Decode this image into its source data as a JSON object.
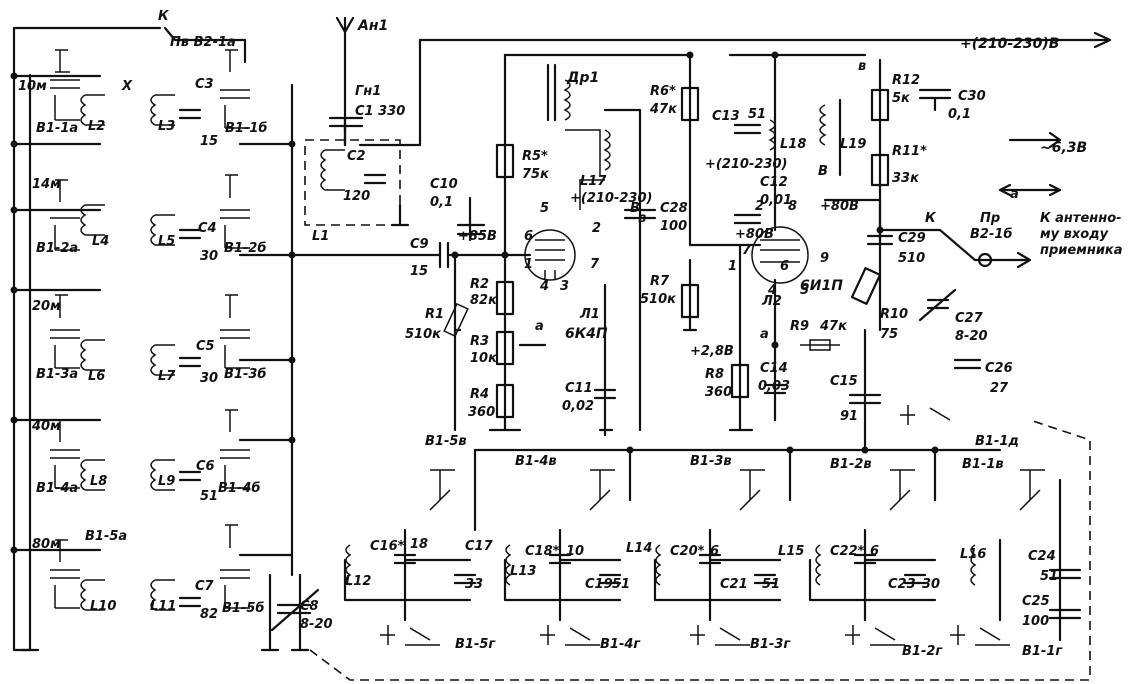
{
  "diagram": {
    "supply_label": "+(210-230)В",
    "filament_label": "~6,3В",
    "antenna_out_label_1": "К антенно-",
    "antenna_out_label_2": "му входу",
    "antenna_out_label_3": "приемника",
    "antenna": "Ан1",
    "socket": "Гн1",
    "relay_k_top": "К",
    "relay_contact_top": "Пв В2-1а",
    "relay_k_right": "К",
    "relay_contact_right": "Пр",
    "relay_contact_right_2": "В2-1б",
    "choke": "Др1",
    "tube1": "Л1",
    "tube1_type": "6К4П",
    "tube2": "Л2",
    "tube2_type": "6И1П",
    "arrow_a": "а",
    "arrow_a2": "а",
    "arrow_a3": "а",
    "arrow_b": "в",
    "arrow_b2": "в",
    "bands": [
      "10м",
      "14м",
      "20м",
      "40м",
      "80м"
    ],
    "labels": [
      {
        "id": "C1",
        "t": "С1 330"
      },
      {
        "id": "C2a",
        "t": "С2"
      },
      {
        "id": "C2b",
        "t": "120"
      },
      {
        "id": "L1",
        "t": "L1"
      },
      {
        "id": "C9",
        "t": "С9"
      },
      {
        "id": "C9v",
        "t": "15"
      },
      {
        "id": "C10",
        "t": "С10"
      },
      {
        "id": "C10v",
        "t": "0,1"
      },
      {
        "id": "v85",
        "t": "+85В"
      },
      {
        "id": "R1",
        "t": "R1"
      },
      {
        "id": "R1v",
        "t": "510к"
      },
      {
        "id": "R2",
        "t": "R2"
      },
      {
        "id": "R2v",
        "t": "82к"
      },
      {
        "id": "R3",
        "t": "R3"
      },
      {
        "id": "R3v",
        "t": "10к"
      },
      {
        "id": "R4",
        "t": "R4"
      },
      {
        "id": "R4v",
        "t": "360"
      },
      {
        "id": "R5",
        "t": "R5*"
      },
      {
        "id": "R5v",
        "t": "75к"
      },
      {
        "id": "L17",
        "t": "L17"
      },
      {
        "id": "v210a",
        "t": "+(210-230)"
      },
      {
        "id": "v210ab",
        "t": "В"
      },
      {
        "id": "C28",
        "t": "С28"
      },
      {
        "id": "C28v",
        "t": "100"
      },
      {
        "id": "C11",
        "t": "С11"
      },
      {
        "id": "C11v",
        "t": "0,02"
      },
      {
        "id": "R6",
        "t": "R6*"
      },
      {
        "id": "R6v",
        "t": "47к"
      },
      {
        "id": "C13",
        "t": "С13"
      },
      {
        "id": "C13v",
        "t": "51"
      },
      {
        "id": "L18",
        "t": "L18"
      },
      {
        "id": "v210b",
        "t": "+(210-230)"
      },
      {
        "id": "v210bb",
        "t": "В"
      },
      {
        "id": "C12",
        "t": "С12"
      },
      {
        "id": "C12v",
        "t": "0,01"
      },
      {
        "id": "v80a",
        "t": "+80В"
      },
      {
        "id": "v80b",
        "t": "+80В"
      },
      {
        "id": "R7",
        "t": "R7"
      },
      {
        "id": "R7v",
        "t": "510к"
      },
      {
        "id": "v28",
        "t": "+2,8В"
      },
      {
        "id": "R8",
        "t": "R8"
      },
      {
        "id": "R8v",
        "t": "360"
      },
      {
        "id": "C14",
        "t": "С14"
      },
      {
        "id": "C14v",
        "t": "0,03"
      },
      {
        "id": "R9",
        "t": "R9"
      },
      {
        "id": "R9v",
        "t": "47к"
      },
      {
        "id": "C15",
        "t": "С15"
      },
      {
        "id": "C15v",
        "t": "91"
      },
      {
        "id": "R10",
        "t": "R10"
      },
      {
        "id": "R10v",
        "t": "75"
      },
      {
        "id": "C27",
        "t": "С27"
      },
      {
        "id": "C27v",
        "t": "8-20"
      },
      {
        "id": "C26",
        "t": "С26"
      },
      {
        "id": "C26v",
        "t": "27"
      },
      {
        "id": "L19",
        "t": "L19"
      },
      {
        "id": "R12",
        "t": "R12"
      },
      {
        "id": "R12v",
        "t": "5к"
      },
      {
        "id": "C30",
        "t": "С30"
      },
      {
        "id": "C30v",
        "t": "0,1"
      },
      {
        "id": "R11",
        "t": "R11*"
      },
      {
        "id": "R11v",
        "t": "33к"
      },
      {
        "id": "C29",
        "t": "С29"
      },
      {
        "id": "C29v",
        "t": "510"
      },
      {
        "id": "C3",
        "t": "С3"
      },
      {
        "id": "C3v",
        "t": "15"
      },
      {
        "id": "C4",
        "t": "С4"
      },
      {
        "id": "C4v",
        "t": "30"
      },
      {
        "id": "C5",
        "t": "С5"
      },
      {
        "id": "C5v",
        "t": "30"
      },
      {
        "id": "C6",
        "t": "С6"
      },
      {
        "id": "C6v",
        "t": "51"
      },
      {
        "id": "C7",
        "t": "С7"
      },
      {
        "id": "C7v",
        "t": "82"
      },
      {
        "id": "C8",
        "t": "С8"
      },
      {
        "id": "C8v",
        "t": "8-20"
      },
      {
        "id": "L2",
        "t": "L2"
      },
      {
        "id": "L3",
        "t": "L3"
      },
      {
        "id": "L4",
        "t": "L4"
      },
      {
        "id": "L5",
        "t": "L5"
      },
      {
        "id": "L6",
        "t": "L6"
      },
      {
        "id": "L7",
        "t": "L7"
      },
      {
        "id": "L8",
        "t": "L8"
      },
      {
        "id": "L9",
        "t": "L9"
      },
      {
        "id": "L10",
        "t": "L10"
      },
      {
        "id": "L11",
        "t": "L11"
      },
      {
        "id": "B11a",
        "t": "В1-1а"
      },
      {
        "id": "B11b",
        "t": "В1-1б"
      },
      {
        "id": "B12a",
        "t": "В1-2а"
      },
      {
        "id": "B12b",
        "t": "В1-2б"
      },
      {
        "id": "B13a",
        "t": "В1-3а"
      },
      {
        "id": "B13b",
        "t": "В1-3б"
      },
      {
        "id": "B14a",
        "t": "В1-4а"
      },
      {
        "id": "B14b",
        "t": "В1-4б"
      },
      {
        "id": "B15a",
        "t": "В1-5а"
      },
      {
        "id": "B15b",
        "t": "В1-5б"
      },
      {
        "id": "B15v",
        "t": "В1-5в"
      },
      {
        "id": "B14v",
        "t": "В1-4в"
      },
      {
        "id": "B13v",
        "t": "В1-3в"
      },
      {
        "id": "B12v",
        "t": "В1-2в"
      },
      {
        "id": "B11v",
        "t": "В1-1в"
      },
      {
        "id": "B11d",
        "t": "В1-1д"
      },
      {
        "id": "B15g",
        "t": "В1-5г"
      },
      {
        "id": "B14g",
        "t": "В1-4г"
      },
      {
        "id": "B13g",
        "t": "В1-3г"
      },
      {
        "id": "B12g",
        "t": "В1-2г"
      },
      {
        "id": "B11g",
        "t": "В1-1г"
      },
      {
        "id": "C16",
        "t": "С16*"
      },
      {
        "id": "C16v",
        "t": "18"
      },
      {
        "id": "C17",
        "t": "С17"
      },
      {
        "id": "C17v",
        "t": "33"
      },
      {
        "id": "L12",
        "t": "L12"
      },
      {
        "id": "C18",
        "t": "С18*"
      },
      {
        "id": "C18v",
        "t": "10"
      },
      {
        "id": "C19",
        "t": "С19"
      },
      {
        "id": "C19v",
        "t": "51"
      },
      {
        "id": "L13",
        "t": "L13"
      },
      {
        "id": "L14",
        "t": "L14"
      },
      {
        "id": "C20",
        "t": "С20*"
      },
      {
        "id": "C20v",
        "t": "6"
      },
      {
        "id": "C21",
        "t": "С21"
      },
      {
        "id": "C21v",
        "t": "51"
      },
      {
        "id": "L15",
        "t": "L15"
      },
      {
        "id": "C22",
        "t": "С22*"
      },
      {
        "id": "C22v",
        "t": "6"
      },
      {
        "id": "C23",
        "t": "С23"
      },
      {
        "id": "C23v",
        "t": "30"
      },
      {
        "id": "L16",
        "t": "L16"
      },
      {
        "id": "C24",
        "t": "С24"
      },
      {
        "id": "C24v",
        "t": "51"
      },
      {
        "id": "C25",
        "t": "С25"
      },
      {
        "id": "C25v",
        "t": "100"
      },
      {
        "id": "X",
        "t": "Х"
      },
      {
        "id": "pin5",
        "t": "5"
      },
      {
        "id": "pin6",
        "t": "6"
      },
      {
        "id": "pin1",
        "t": "1"
      },
      {
        "id": "pin7",
        "t": "7"
      },
      {
        "id": "pin2",
        "t": "2"
      },
      {
        "id": "pin4",
        "t": "4"
      },
      {
        "id": "pin3",
        "t": "3"
      },
      {
        "id": "pin8",
        "t": "8"
      },
      {
        "id": "pin9",
        "t": "9"
      },
      {
        "id": "pin6b",
        "t": "6"
      },
      {
        "id": "pin2b",
        "t": "2"
      },
      {
        "id": "pin7b",
        "t": "7"
      },
      {
        "id": "pin4b",
        "t": "4"
      },
      {
        "id": "pin5b",
        "t": "5"
      },
      {
        "id": "pin1b",
        "t": "1"
      }
    ]
  }
}
